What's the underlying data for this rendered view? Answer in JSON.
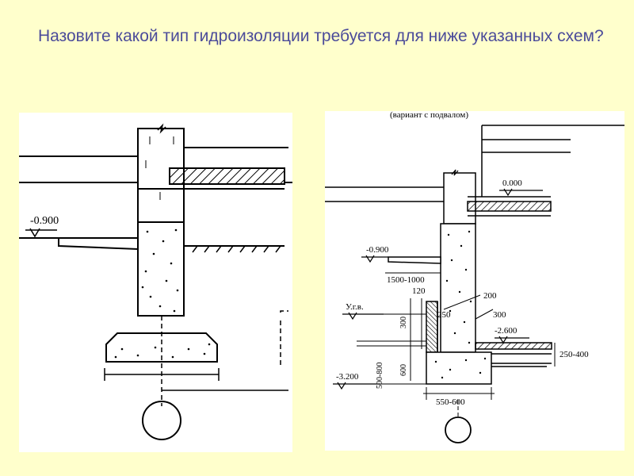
{
  "slide": {
    "title": "Назовите какой тип гидроизоляции требуется для ниже указанных схем?"
  },
  "left_diagram": {
    "level_label": "-0.900"
  },
  "right_diagram": {
    "caption": "(вариант с подвалом)",
    "level_top": "0.000",
    "level_mid": "-0.900",
    "dim_1500": "1500-1000",
    "dim_120": "120",
    "dim_200": "200",
    "dim_250": "250",
    "dim_300_right": "300",
    "level_water": "У.г.в.",
    "dim_300_left": "300",
    "level_basement": "-2.600",
    "dim_250_400": "250-400",
    "level_bottom": "-3.200",
    "dim_500_800": "500-800",
    "dim_600": "600",
    "dim_550_600": "550-600"
  },
  "colors": {
    "background": "#ffffcc",
    "title": "#4b4b9a",
    "panel": "#ffffff",
    "ink": "#000000"
  }
}
